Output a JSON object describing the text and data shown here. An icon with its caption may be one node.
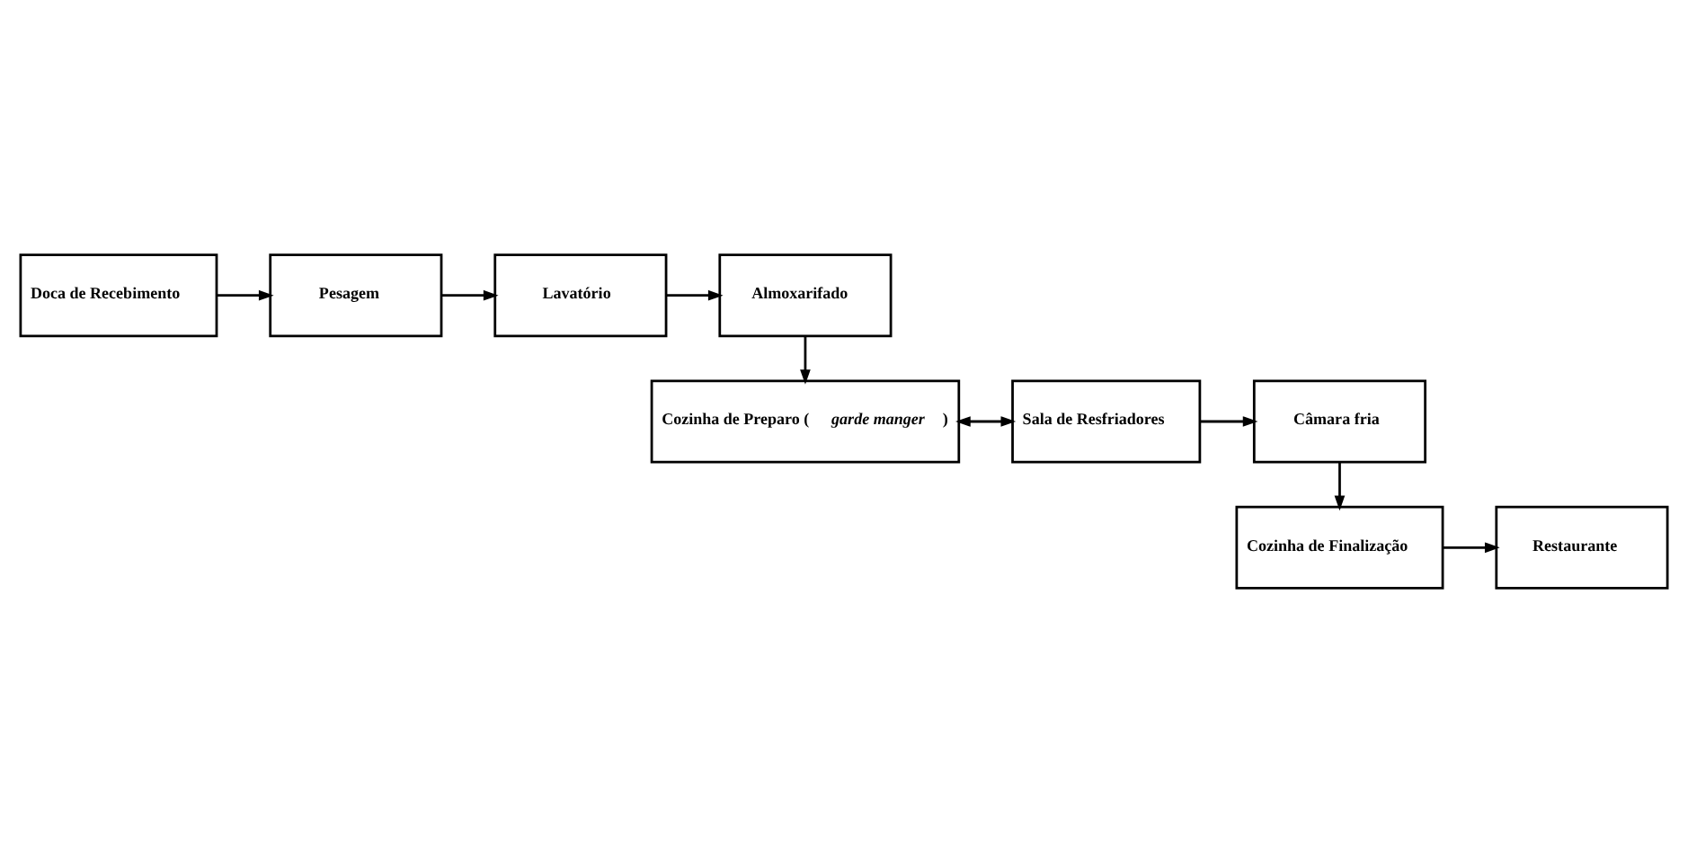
{
  "diagram": {
    "nodes": [
      {
        "text": [
          "Doca de Recebimento"
        ]
      },
      {
        "text": [
          "Pesagem"
        ]
      },
      {
        "text": [
          "Lavatório"
        ]
      },
      {
        "text": [
          "Almoxarifado"
        ]
      },
      {
        "text": [
          "Cozinha de Preparo (*garde manger*)"
        ]
      },
      {
        "text": [
          "Sala de Resfriadores"
        ]
      },
      {
        "text": [
          "Câmara fria"
        ]
      },
      {
        "text": [
          "Cozinha de Finalização"
        ]
      },
      {
        "text": [
          "Restaurante"
        ]
      }
    ],
    "edges": [
      {
        "from": 0,
        "to": 1,
        "arrow": "to"
      },
      {
        "from": 1,
        "to": 2,
        "arrow": "to"
      },
      {
        "from": 2,
        "to": 3,
        "arrow": "to"
      },
      {
        "from": 3,
        "to": 4,
        "arrow": "to"
      },
      {
        "from": 4,
        "to": 5,
        "arrow": "both"
      },
      {
        "from": 5,
        "to": 6,
        "arrow": "to"
      },
      {
        "from": 6,
        "to": 7,
        "arrow": "to"
      },
      {
        "from": 7,
        "to": 8,
        "arrow": "to"
      }
    ]
  }
}
